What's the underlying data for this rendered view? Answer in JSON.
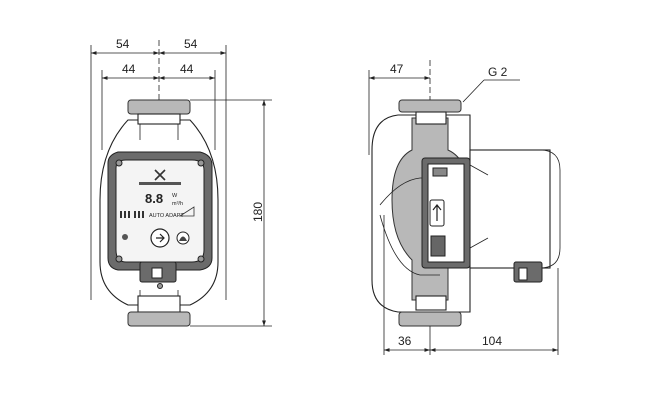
{
  "dimensions": {
    "front_outer_left": "54",
    "front_outer_right": "54",
    "front_inner_left": "44",
    "front_inner_right": "44",
    "height": "180",
    "side_top": "47",
    "side_bottom_left": "36",
    "side_bottom_right": "104"
  },
  "labels": {
    "thread": "G 2"
  },
  "control_panel": {
    "display": "8.8",
    "unit_w": "W",
    "unit_flow": "m³/h",
    "mode": "AUTO ADAPT"
  }
}
